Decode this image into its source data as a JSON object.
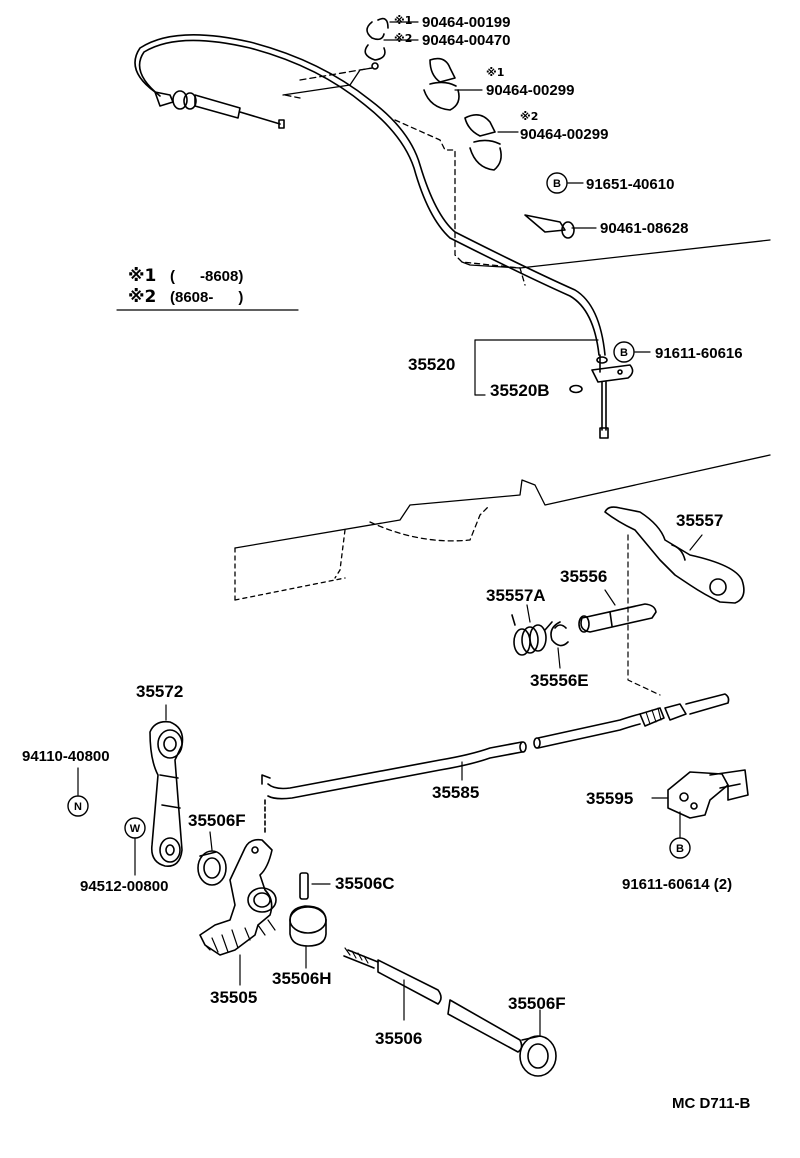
{
  "labels": {
    "p_90464_00199": "90464-00199",
    "p_90464_00470": "90464-00470",
    "p_90464_00299_a": "90464-00299",
    "p_90464_00299_b": "90464-00299",
    "p_91651_40610": "91651-40610",
    "p_90461_08628": "90461-08628",
    "p_35520": "35520",
    "p_35520B": "35520B",
    "p_91611_60616": "91611-60616",
    "p_35557": "35557",
    "p_35556": "35556",
    "p_35557A": "35557A",
    "p_35556E": "35556E",
    "p_35572": "35572",
    "p_94110_40800": "94110-40800",
    "p_35506F_a": "35506F",
    "p_94512_00800": "94512-00800",
    "p_35585": "35585",
    "p_35595": "35595",
    "p_35506C": "35506C",
    "p_91611_60614": "91611-60614 (2)",
    "p_35505": "35505",
    "p_35506H": "35506H",
    "p_35506": "35506",
    "p_35506F_b": "35506F",
    "code": "MC D711-B"
  },
  "marks": {
    "star1": "※1",
    "star2": "※2",
    "star1_small": "※1",
    "star2_small": "※2",
    "circle_B": "B",
    "circle_N": "N",
    "circle_W": "W"
  },
  "legend": {
    "row1_mark": "※1",
    "row1_text": "(      -8608)",
    "row2_mark": "※2",
    "row2_text": "(8608-      )"
  },
  "colors": {
    "ink": "#000000",
    "paper": "#ffffff"
  }
}
